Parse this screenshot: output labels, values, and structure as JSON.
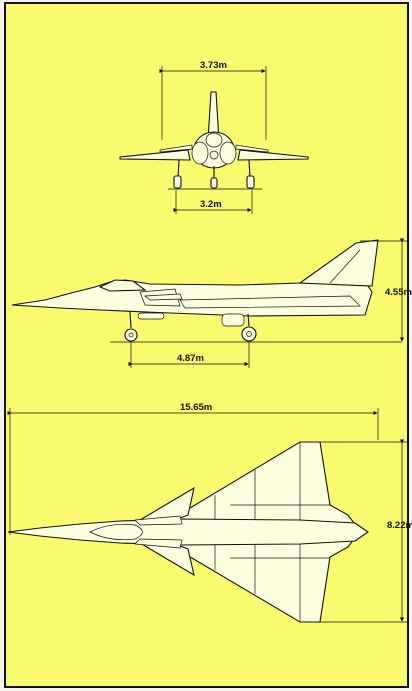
{
  "colors": {
    "background": "#fafa6e",
    "ink": "#111111",
    "frame": "#111111"
  },
  "front_view": {
    "span_label": "3.73m",
    "track_label": "3.2m"
  },
  "side_view": {
    "height_label": "4.55m",
    "wheelbase_label": "4.87m"
  },
  "top_view": {
    "length_label": "15.65m",
    "wingspan_label": "8.22m"
  }
}
